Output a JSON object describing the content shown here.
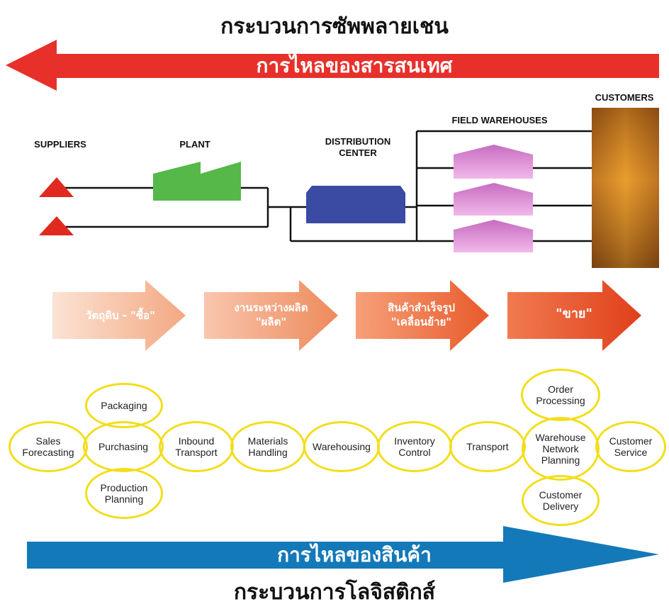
{
  "top_title": "กระบวนการซัพพลายเชน",
  "info_flow_label": "การไหลของสารสนเทศ",
  "product_flow_label": "การไหลของสินค้า",
  "bottom_title": "กระบวนการโลจิสติกส์",
  "nodes": {
    "suppliers": "SUPPLIERS",
    "plant": "PLANT",
    "distribution_center": "DISTRIBUTION\nCENTER",
    "field_warehouses": "FIELD WAREHOUSES",
    "customers": "CUSTOMERS"
  },
  "stages": [
    {
      "line1": "วัตถุดิบ - \"ซื้อ\"",
      "line2": ""
    },
    {
      "line1": "งานระหว่างผลิต",
      "line2": "\"ผลิต\""
    },
    {
      "line1": "สินค้าสำเร็จรูป",
      "line2": "\"เคลื่อนย้าย\""
    },
    {
      "line1": "\"ขาย\"",
      "line2": ""
    }
  ],
  "activities": {
    "packaging": "Packaging",
    "sales_forecasting": "Sales\nForecasting",
    "purchasing": "Purchasing",
    "production_planning": "Production\nPlanning",
    "inbound_transport": "Inbound\nTransport",
    "materials_handling": "Materials\nHandling",
    "warehousing": "Warehousing",
    "inventory_control": "Inventory\nControl",
    "transport": "Transport",
    "order_processing": "Order\nProcessing",
    "warehouse_network_planning": "Warehouse\nNetwork\nPlanning",
    "customer_delivery": "Customer\nDelivery",
    "customer_service": "Customer\nService"
  },
  "colors": {
    "info_arrow": "#e8302a",
    "product_arrow": "#1479b8",
    "plant": "#55b848",
    "distribution_center": "#3b4aa3",
    "warehouse": "#d98fd0",
    "customers": "#a0601c",
    "supplier": "#e02a1f",
    "circle_outline": "#f2de1a"
  }
}
